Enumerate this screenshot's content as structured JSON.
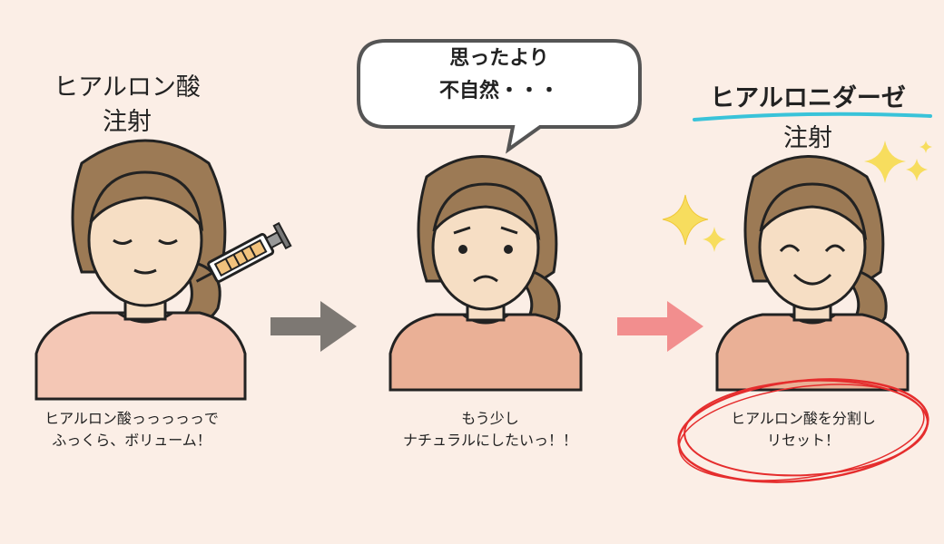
{
  "panel1": {
    "title_line1": "ヒアルロン酸",
    "title_line2": "注射",
    "caption_line1": "ヒアルロン酸っっっっっで",
    "caption_line2": "ふっくら、ボリューム！"
  },
  "panel2": {
    "bubble_line1": "思ったより",
    "bubble_line2": "不自然・・・",
    "caption_line1": "もう少し",
    "caption_line2": "ナチュラルにしたいっ！！"
  },
  "panel3": {
    "title_line1": "ヒアルロニダーゼ",
    "title_line2": "注射",
    "caption_line1": "ヒアルロン酸を分割し",
    "caption_line2": "リセット！"
  },
  "colors": {
    "background": "#fbeee6",
    "hair": "#9c7a55",
    "skin": "#f6dec4",
    "shirt1": "#f4c7b5",
    "shirt23": "#eab096",
    "arrow1": "#7d7873",
    "arrow2": "#f28e8e",
    "underline": "#39c3d9",
    "circle": "#e52d2d",
    "sparkle": "#f7dd5e"
  },
  "icons": [
    "syringe-icon",
    "arrow-right-icon",
    "sparkle-icon",
    "speech-bubble-icon"
  ]
}
